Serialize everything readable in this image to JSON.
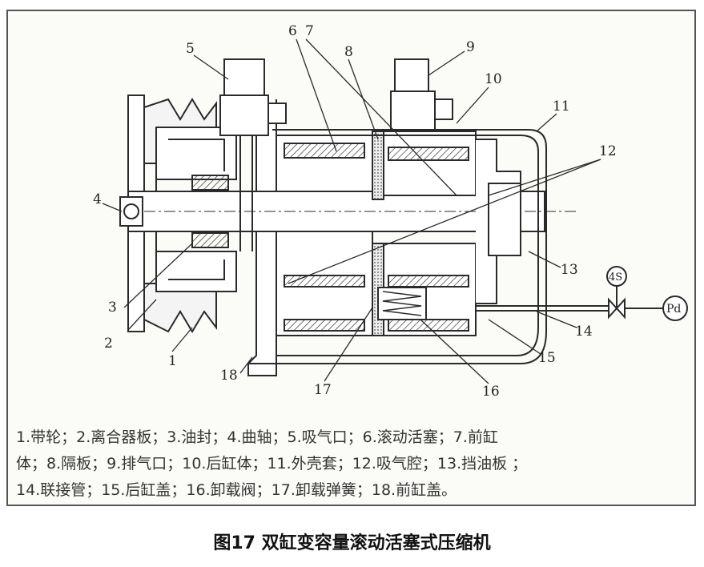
{
  "diagram": {
    "callouts": [
      "1",
      "2",
      "3",
      "4",
      "5",
      "6",
      "7",
      "8",
      "9",
      "10",
      "11",
      "12",
      "13",
      "14",
      "15",
      "16",
      "17",
      "18"
    ],
    "valve_label": "4S",
    "gauge_label": "Pd"
  },
  "legend": {
    "lines": [
      "1.带轮；2.离合器板；3.油封；4.曲轴；5.吸气口；6.滚动活塞；7.前缸",
      "体；8.隔板；9.排气口；10.后缸体；11.外壳套；12.吸气腔；13.挡油板 ；",
      "14.联接管；15.后缸盖；16.卸载阀；17.卸载弹簧；18.前缸盖。"
    ]
  },
  "caption": "图17 双缸变容量滚动活塞式压缩机"
}
